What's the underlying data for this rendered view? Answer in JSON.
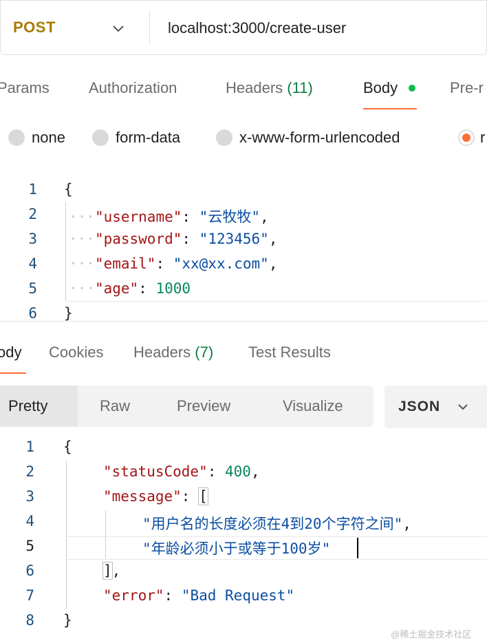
{
  "request": {
    "method": "POST",
    "url": "localhost:3000/create-user",
    "tabs": {
      "params": "Params",
      "authorization": "Authorization",
      "headers_label": "Headers",
      "headers_count": "(11)",
      "body": "Body",
      "pre_request": "Pre-r"
    },
    "body_types": {
      "none": "none",
      "form_data": "form-data",
      "urlencoded": "x-www-form-urlencoded",
      "raw": "r"
    },
    "line_numbers": [
      "1",
      "2",
      "3",
      "4",
      "5",
      "6"
    ],
    "body_code": {
      "open_brace": "{",
      "username_key": "\"username\"",
      "username_value": "\"云牧牧\"",
      "password_key": "\"password\"",
      "password_value": "\"123456\"",
      "email_key": "\"email\"",
      "email_value": "\"xx@xx.com\"",
      "age_key": "\"age\"",
      "age_value": "1000",
      "close_brace": "}"
    }
  },
  "response": {
    "tabs": {
      "body": "ody",
      "cookies": "Cookies",
      "headers_label": "Headers",
      "headers_count": "(7)",
      "test_results": "Test Results"
    },
    "views": {
      "pretty": "Pretty",
      "raw": "Raw",
      "preview": "Preview",
      "visualize": "Visualize"
    },
    "format": "JSON",
    "line_numbers": [
      "1",
      "2",
      "3",
      "4",
      "5",
      "6",
      "7",
      "8"
    ],
    "code": {
      "open_brace": "{",
      "status_key": "\"statusCode\"",
      "status_value": "400",
      "message_key": "\"message\"",
      "open_bracket": "[",
      "msg1": "\"用户名的长度必须在4到20个字符之间\"",
      "msg2": "\"年龄必须小于或等于100岁\"",
      "close_bracket": "]",
      "error_key": "\"error\"",
      "error_value": "\"Bad Request\"",
      "close_brace": "}"
    }
  },
  "watermark": "@稀土掘金技术社区",
  "colors": {
    "accent": "#ff6c37",
    "method": "#a87b00",
    "green": "#0c7d3f",
    "key": "#a31515",
    "string": "#0b4ea2",
    "number": "#098658"
  }
}
